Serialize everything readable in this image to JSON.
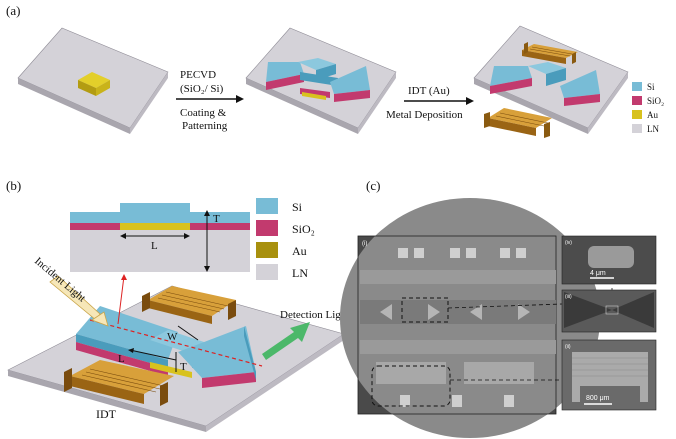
{
  "panels": {
    "a": {
      "label": "(a)",
      "step1": {
        "line1": "PECVD",
        "line2": "(SiO₂/ Si)",
        "line3": "Coating &",
        "line4": "Patterning"
      },
      "step2": {
        "line1": "IDT (Au)",
        "line2": "Metal Deposition"
      },
      "legend": [
        {
          "label": "Si",
          "color": "#78bcd6"
        },
        {
          "label": "SiO₂",
          "color": "#c23a6e"
        },
        {
          "label": "Au",
          "color": "#d8c21e"
        },
        {
          "label": "LN",
          "color": "#d4d2d8"
        }
      ]
    },
    "b": {
      "label": "(b)",
      "dim_T": "T",
      "dim_L": "L",
      "dim_W": "W",
      "incident": "Incident Light",
      "detection": "Detection Light",
      "idt": "IDT",
      "legend": [
        {
          "label": "Si",
          "color": "#78bcd6"
        },
        {
          "label": "SiO₂",
          "color": "#c23a6e"
        },
        {
          "label": "Au",
          "color": "#a8900e"
        },
        {
          "label": "LN",
          "color": "#d4d2d8"
        }
      ]
    },
    "c": {
      "label": "(c)",
      "main_tag": "(i)",
      "inset_iv": "(iv)",
      "inset_iii": "(iii)",
      "inset_ii": "(ii)",
      "scale_4um": "4 μm",
      "scale_800um": "800 μm"
    }
  },
  "colors": {
    "si": "#78bcd6",
    "si_side": "#4a9cbc",
    "sio2": "#c23a6e",
    "au": "#d8c21e",
    "au_side": "#a8900e",
    "idt_gold": "#c98a2a",
    "ln_top": "#d4d2d8",
    "ln_side": "#a9a6ae"
  }
}
